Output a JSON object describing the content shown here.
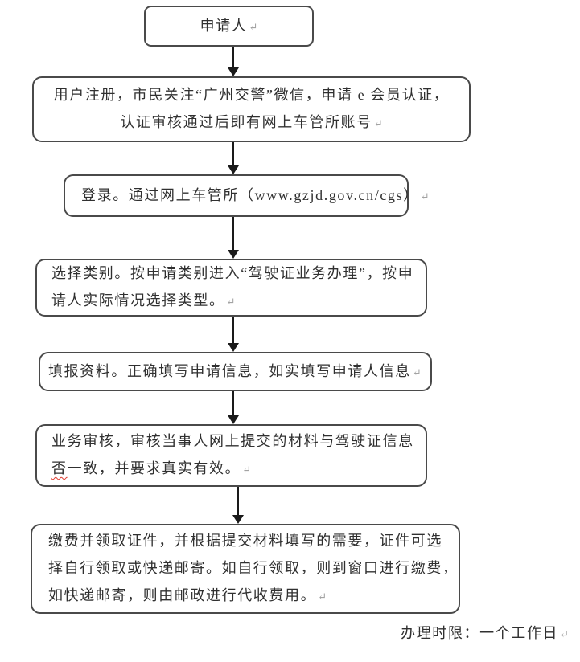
{
  "doc": {
    "background": "#ffffff",
    "colors": {
      "box_border": "#4a4a4a",
      "text": "#303030",
      "arrow": "#1a1a1a",
      "return_mark": "#a3a3a3",
      "spellcheck_underline": "#e03c31"
    },
    "marks": {
      "paragraph_return": "↵"
    },
    "footer": {
      "text": "办理时限：一个工作日"
    },
    "flowchart": {
      "type": "flowchart",
      "direction": "top-down",
      "nodes": [
        {
          "id": "applicant",
          "shape": "rounded-rect",
          "lines": [
            "申请人"
          ]
        },
        {
          "id": "user-register",
          "shape": "rounded-rect",
          "lines": [
            "用户注册，市民关注“广州交警”微信，申请 e 会员认证，",
            "认证审核通过后即有网上车管所账号"
          ]
        },
        {
          "id": "login",
          "shape": "rounded-rect",
          "lines": [
            "登录。通过网上车管所（www.gzjd.gov.cn/cgs）"
          ]
        },
        {
          "id": "select-category",
          "shape": "rounded-rect",
          "lines": [
            "选择类别。按申请类别进入“驾驶证业务办理”，按申",
            "请人实际情况选择类型。"
          ]
        },
        {
          "id": "fill-in-info",
          "shape": "rounded-rect",
          "lines": [
            "填报资料。正确填写申请信息，如实填写申请人信息"
          ]
        },
        {
          "id": "business-review",
          "shape": "rounded-rect",
          "lines": [
            "业务审核，审核当事人网上提交的材料与驾驶证信息",
            "否一致，并要求真实有效。"
          ],
          "line2_flagged_char": "否",
          "line2_rest": "一致，并要求真实有效。"
        },
        {
          "id": "pay-and-collect",
          "shape": "rounded-rect",
          "lines": [
            "缴费并领取证件，并根据提交材料填写的需要，证件可选",
            "择自行领取或快递邮寄。如自行领取，则到窗口进行缴费，",
            "如快递邮寄，则由邮政进行代收费用。"
          ]
        }
      ],
      "edges": [
        {
          "from": "applicant",
          "to": "user-register"
        },
        {
          "from": "user-register",
          "to": "login"
        },
        {
          "from": "login",
          "to": "select-category"
        },
        {
          "from": "select-category",
          "to": "fill-in-info"
        },
        {
          "from": "fill-in-info",
          "to": "business-review"
        },
        {
          "from": "business-review",
          "to": "pay-and-collect"
        }
      ]
    }
  }
}
